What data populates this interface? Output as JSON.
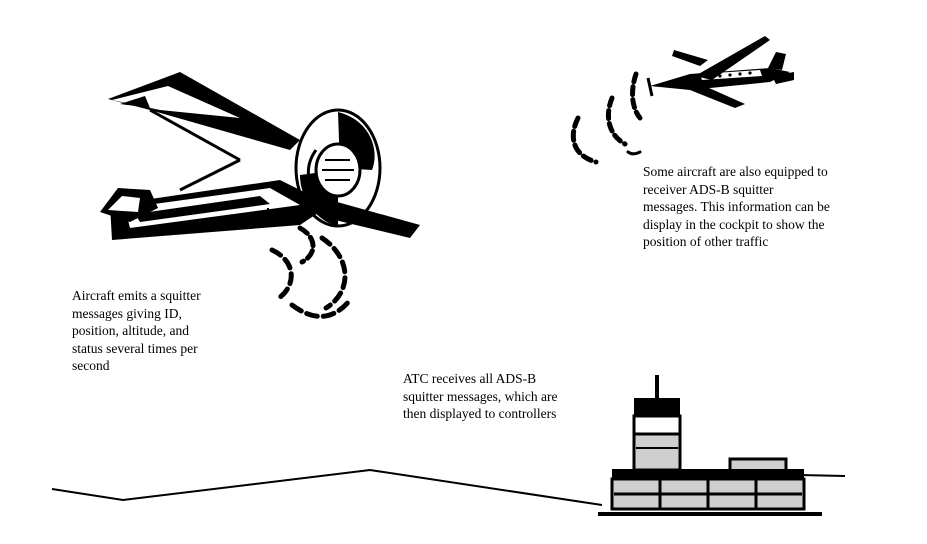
{
  "captions": {
    "aircraft_emits": "Aircraft emits a squitter\nmessages giving ID,\nposition, altitude, and\nstatus several times per\nsecond",
    "atc_receives": "ATC receives all ADS-B\nsquitter messages, which are\nthen displayed to controllers",
    "cockpit_display": "Some aircraft are also equipped to\nreceiver ADS-B squitter\nmessages. This information can be\ndisplay in the cockpit to show the\nposition of other traffic"
  },
  "colors": {
    "ink": "#000000",
    "paper": "#ffffff",
    "building_fill": "#cfcfcf"
  },
  "icons": [
    "large-aircraft-icon",
    "small-aircraft-icon",
    "squitter-signal-icon",
    "atc-tower-icon"
  ]
}
